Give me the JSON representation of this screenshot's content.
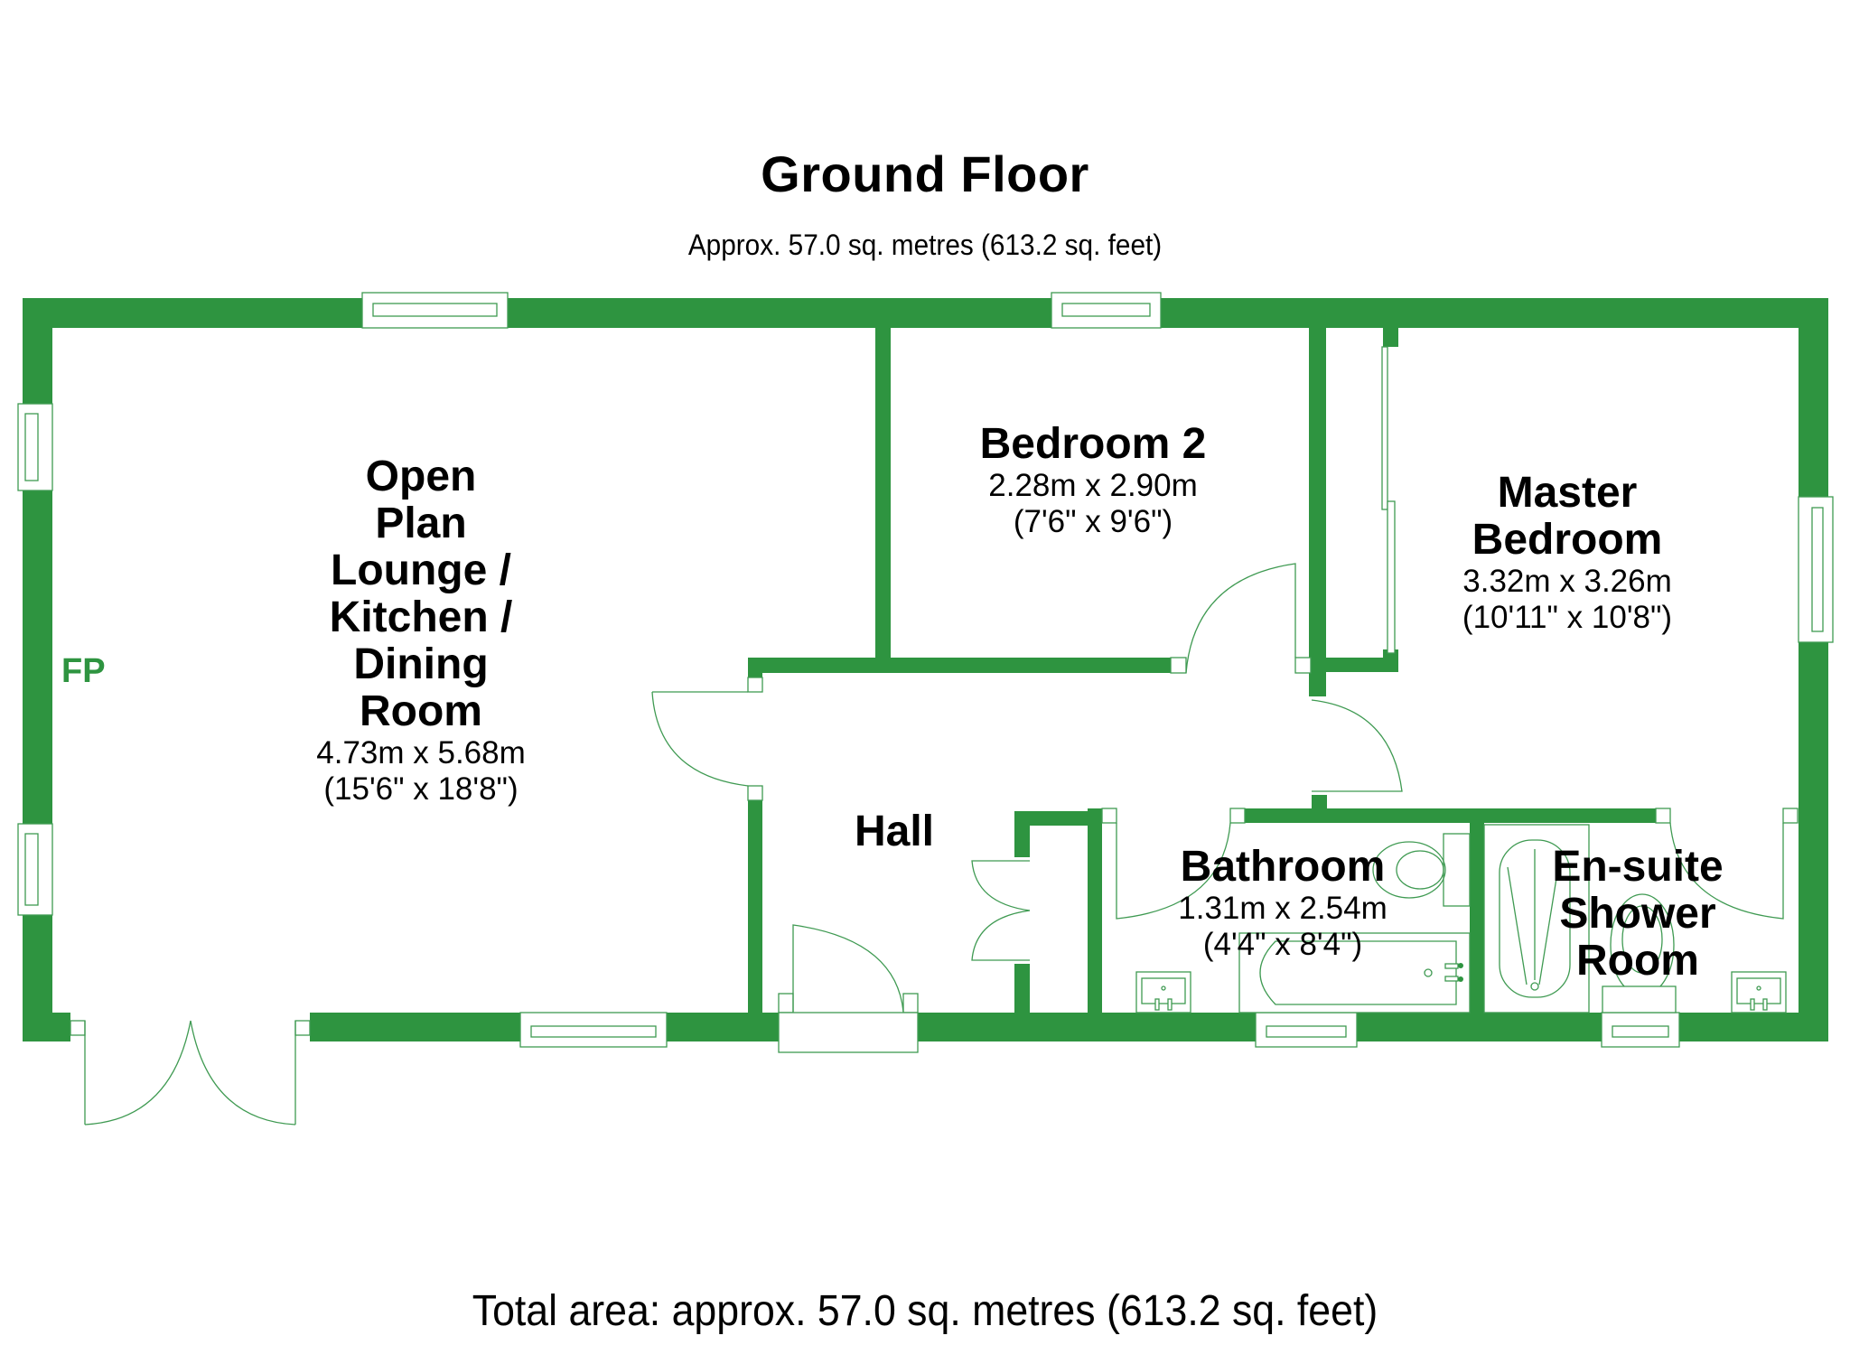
{
  "header": {
    "title": "Ground Floor",
    "subtitle": "Approx. 57.0 sq. metres (613.2 sq. feet)"
  },
  "rooms": {
    "lounge": {
      "name_lines": [
        "Open",
        "Plan",
        "Lounge /",
        "Kitchen /",
        "Dining",
        "Room"
      ],
      "metric": "4.73m x 5.68m",
      "imperial": "(15'6\" x 18'8\")"
    },
    "bedroom2": {
      "name": "Bedroom 2",
      "metric": "2.28m x 2.90m",
      "imperial": "(7'6\" x 9'6\")"
    },
    "master": {
      "name_lines": [
        "Master",
        "Bedroom"
      ],
      "metric": "3.32m x 3.26m",
      "imperial": "(10'11\" x 10'8\")"
    },
    "hall": {
      "name": "Hall"
    },
    "bathroom": {
      "name": "Bathroom",
      "metric": "1.31m x 2.54m",
      "imperial": "(4'4\" x 8'4\")"
    },
    "ensuite": {
      "name_lines": [
        "En-suite",
        "Shower",
        "Room"
      ]
    }
  },
  "annotations": {
    "fireplace": "FP"
  },
  "footer": {
    "total_area": "Total area: approx. 57.0 sq. metres (613.2 sq. feet)"
  },
  "colors": {
    "wall": "#2e9440",
    "fixture_line": "#3f9a52",
    "text": "#000000",
    "background": "#ffffff"
  }
}
